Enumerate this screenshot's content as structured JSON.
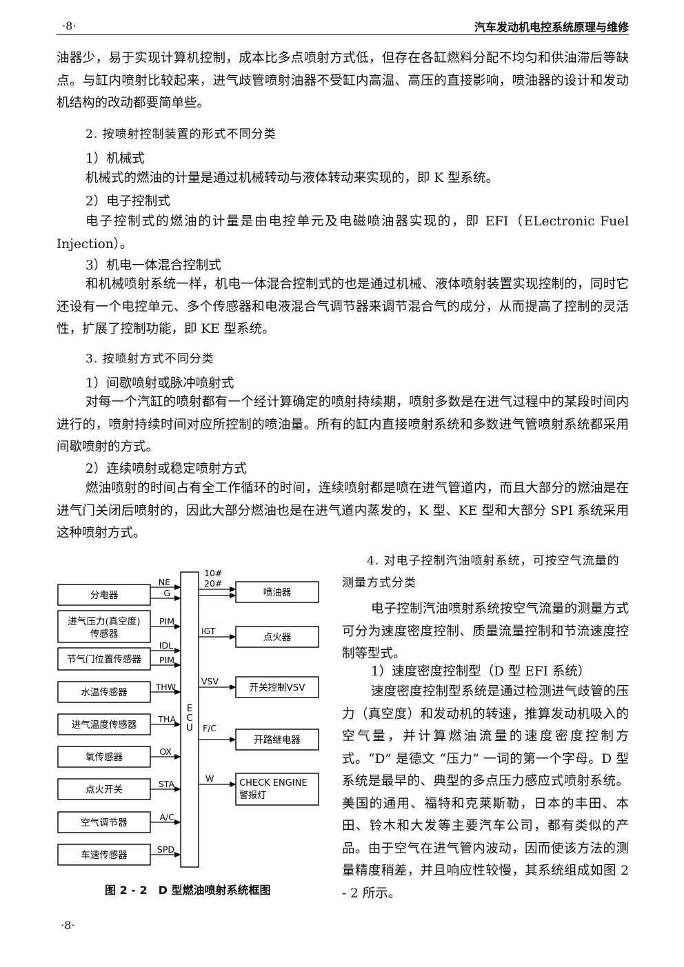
{
  "header": {
    "page_number": "·8·",
    "book_title": "汽车发动机电控系统原理与维修"
  },
  "body": {
    "para_intro": "油器少，易于实现计算机控制，成本比多点喷射方式低，但存在各缸燃料分配不均匀和供油滞后等缺点。与缸内喷射比较起来，进气歧管喷射油器不受缸内高温、高压的直接影响，喷油器的设计和发动机结构的改动都要简单些。",
    "heading_2": "2. 按喷射控制装置的形式不同分类",
    "sub_2_1": "1）机械式",
    "para_2_1": "机械式的燃油的计量是通过机械转动与液体转动来实现的，即 K 型系统。",
    "sub_2_2": "2）电子控制式",
    "para_2_2": "电子控制式的燃油的计量是由电控单元及电磁喷油器实现的，即 EFI（ELectronic Fuel Injection）。",
    "sub_2_3": "3）机电一体混合控制式",
    "para_2_3": "和机械喷射系统一样，机电一体混合控制式的也是通过机械、液体喷射装置实现控制的，同时它还设有一个电控单元、多个传感器和电液混合气调节器来调节混合气的成分，从而提高了控制的灵活性，扩展了控制功能，即 KE 型系统。",
    "heading_3": "3. 按喷射方式不同分类",
    "sub_3_1": "1）间歇喷射或脉冲喷射式",
    "para_3_1": "对每一个汽缸的喷射都有一个经计算确定的喷射持续期，喷射多数是在进气过程中的某段时间内进行的，喷射持续时间对应所控制的喷油量。所有的缸内直接喷射系统和多数进气管喷射系统都采用间歇喷射的方式。",
    "sub_3_2": "2）连续喷射或稳定喷射方式",
    "para_3_2": "燃油喷射的时间占有全工作循环的时间，连续喷射都是喷在进气管道内，而且大部分的燃油是在进气门关闭后喷射的，因此大部分燃油也是在进气道内蒸发的，K 型、KE 型和大部分 SPI 系统采用这种喷射方式。",
    "heading_4": "4. 对电子控制汽油喷射系统，可按空气流量的测量方式分类",
    "para_4": "电子控制汽油喷射系统按空气流量的测量方式可分为速度密度控制、质量流量控制和节流速度控制等型式。",
    "sub_4_1": "1）速度密度控制型（D 型 EFI 系统）",
    "para_4_1": "速度密度控制型系统是通过检测进气歧管的压力（真空度）和发动机的转速，推算发动机吸入的空气量，并计算燃油流量的速度密度控制方式。“D” 是德文 “压力” 一词的第一个字母。D 型系统是最早的、典型的多点压力感应式喷射系统。美国的通用、福特和克莱斯勒，日本的丰田、本田、铃木和大发等主要汽车公司，都有类似的产品。由于空气在进气管内波动，因而使该方法的测量精度稍差，并且响应性较慢，其系统组成如图 2 - 2 所示。"
  },
  "figure": {
    "caption": "图 2 - 2　D 型燃油喷射系统框图",
    "ecu_letters": [
      "E",
      "C",
      "U"
    ],
    "inputs": [
      {
        "label": "分电器",
        "signals": [
          "NE",
          "G"
        ]
      },
      {
        "label_lines": [
          "进气压力(真空度)",
          "传感器"
        ],
        "signals": [
          "PIM"
        ]
      },
      {
        "label": "节气门位置传感器",
        "signals": [
          "IDL",
          "PIM"
        ]
      },
      {
        "label": "水温传感器",
        "signals": [
          "THW"
        ]
      },
      {
        "label": "进气温度传感器",
        "signals": [
          "THA"
        ]
      },
      {
        "label": "氧传感器",
        "signals": [
          "OX"
        ]
      },
      {
        "label": "点火开关",
        "signals": [
          "STA"
        ]
      },
      {
        "label": "空气调节器",
        "signals": [
          "A/C"
        ]
      },
      {
        "label": "车速传感器",
        "signals": [
          "SPD"
        ]
      }
    ],
    "outputs": [
      {
        "label": "喷油器",
        "signals": [
          "10#",
          "20#"
        ]
      },
      {
        "label": "点火器",
        "signals": [
          "IGT"
        ]
      },
      {
        "label": "开关控制VSV",
        "signals": [
          "VSV"
        ]
      },
      {
        "label": "开路继电器",
        "signals": [
          "F/C"
        ]
      },
      {
        "label_lines": [
          "CHECK ENGINE",
          "警报灯"
        ],
        "signals": [
          "W"
        ]
      }
    ]
  },
  "footer": {
    "page_number": "·8·"
  }
}
